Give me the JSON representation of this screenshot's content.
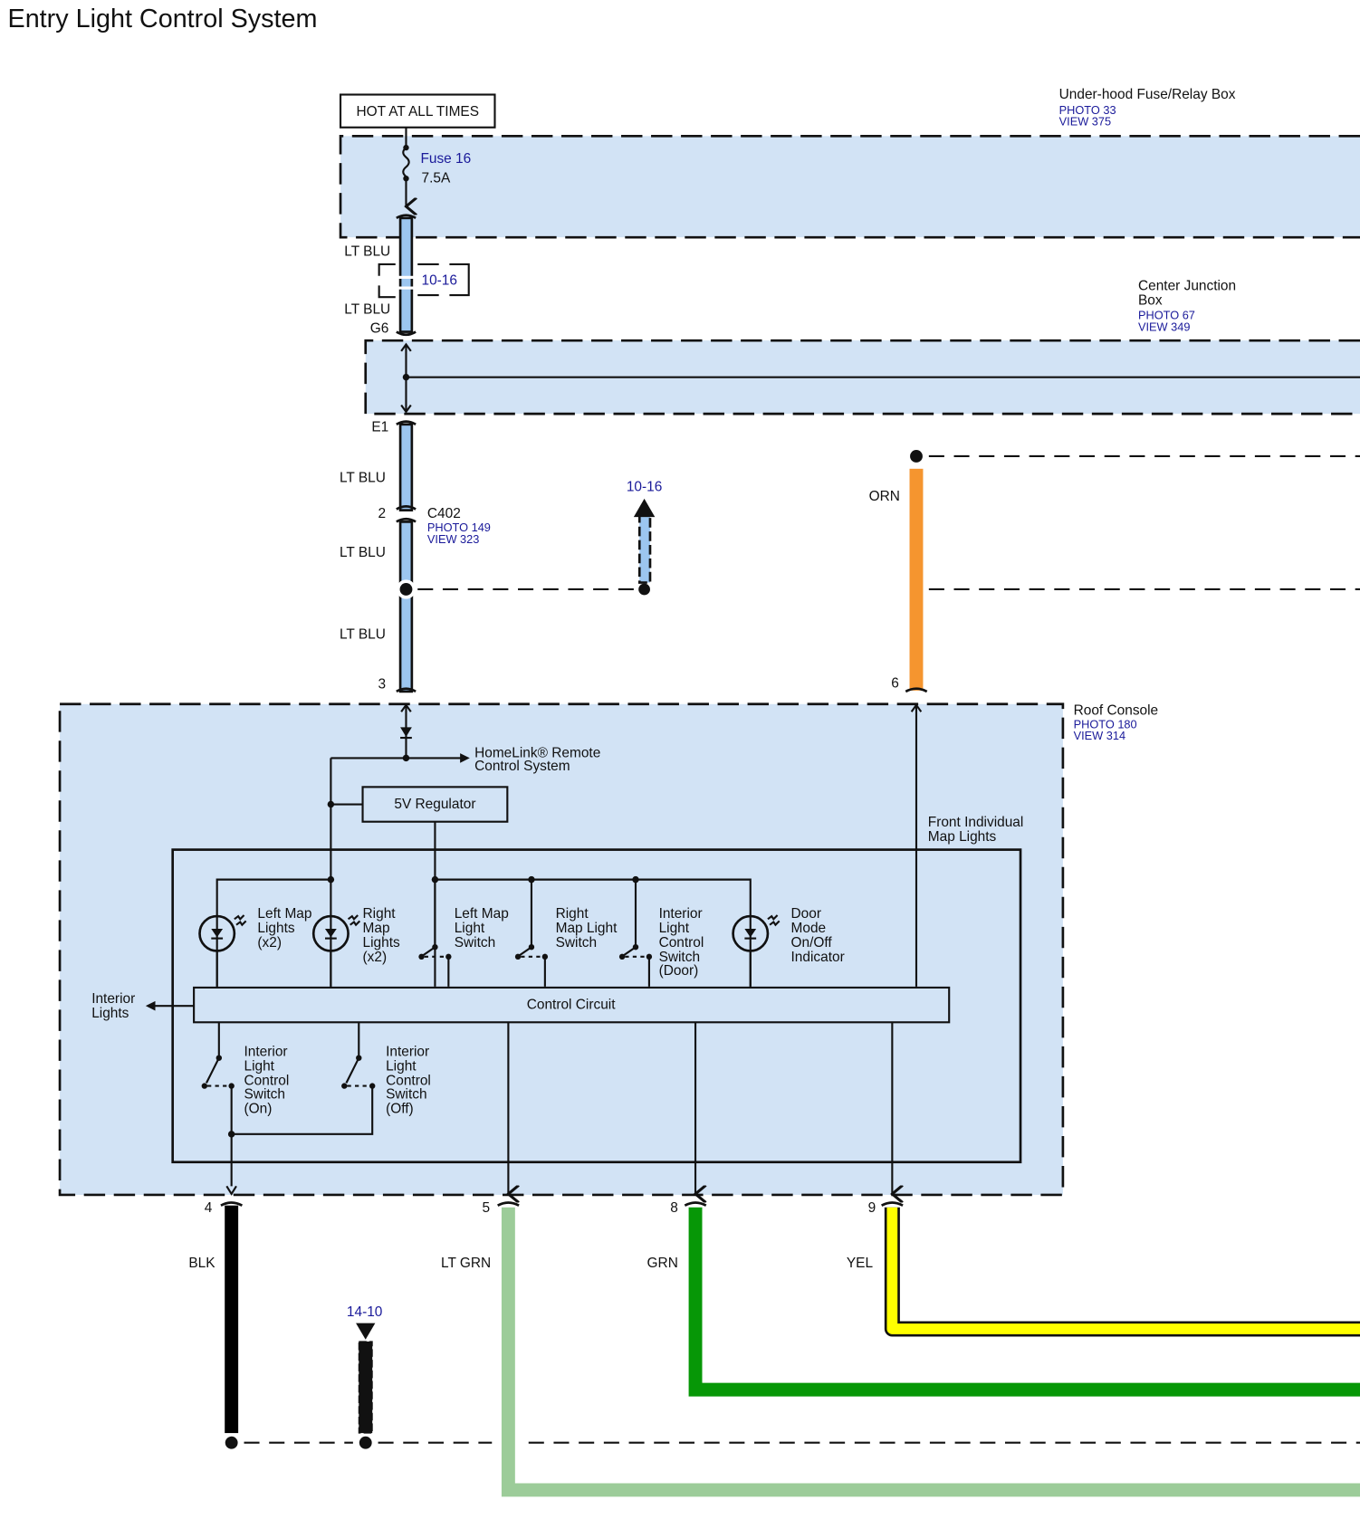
{
  "title": "Entry Light Control System",
  "colors": {
    "zone_fill": "#d2e3f5",
    "link_text": "#1a1a9a",
    "wire_lt_blu": "#9cc6f0",
    "wire_orn": "#f5952f",
    "wire_blk": "#000000",
    "wire_lt_grn": "#9ccc99",
    "wire_grn": "#079707",
    "wire_yel": "#ffff00"
  },
  "power_label": "HOT AT ALL TIMES",
  "components": {
    "underhood": {
      "name": "Under-hood Fuse/Relay Box",
      "photo": "PHOTO 33",
      "view": "VIEW 375"
    },
    "center_jb": {
      "name_line1": "Center Junction",
      "name_line2": "Box",
      "photo": "PHOTO 67",
      "view": "VIEW 349"
    },
    "roof_console": {
      "name": "Roof Console",
      "photo": "PHOTO 180",
      "view": "VIEW 314"
    },
    "c402": {
      "name": "C402",
      "photo": "PHOTO 149",
      "view": "VIEW 323"
    }
  },
  "fuse": {
    "label": "Fuse 16",
    "rating": "7.5A"
  },
  "terminals": {
    "g6": "G6",
    "e1": "E1",
    "c402_pin": "2",
    "rc3": "3",
    "rc6": "6",
    "rc4": "4",
    "rc5": "5",
    "rc8": "8",
    "rc9": "9"
  },
  "wires": {
    "lt_blu": "LT BLU",
    "orn": "ORN",
    "blk": "BLK",
    "lt_grn": "LT GRN",
    "grn": "GRN",
    "yel": "YEL"
  },
  "refs": {
    "ref_10_16_a": "10-16",
    "ref_10_16_b": "10-16",
    "ref_14_10": "14-10"
  },
  "internal": {
    "homelink_line1": "HomeLink® Remote",
    "homelink_line2": "Control System",
    "regulator": "5V Regulator",
    "front_map_line1": "Front Individual",
    "front_map_line2": "Map Lights",
    "left_map_lights": [
      "Left Map",
      "Lights",
      "(x2)"
    ],
    "right_map_lights": [
      "Right",
      "Map",
      "Lights",
      "(x2)"
    ],
    "left_map_switch": [
      "Left Map",
      "Light",
      "Switch"
    ],
    "right_map_switch": [
      "Right",
      "Map Light",
      "Switch"
    ],
    "door_switch": [
      "Interior",
      "Light",
      "Control",
      "Switch",
      "(Door)"
    ],
    "door_indicator": [
      "Door",
      "Mode",
      "On/Off",
      "Indicator"
    ],
    "control_circuit": "Control Circuit",
    "interior_lights": [
      "Interior",
      "Lights"
    ],
    "on_switch": [
      "Interior",
      "Light",
      "Control",
      "Switch",
      "(On)"
    ],
    "off_switch": [
      "Interior",
      "Light",
      "Control",
      "Switch",
      "(Off)"
    ]
  }
}
